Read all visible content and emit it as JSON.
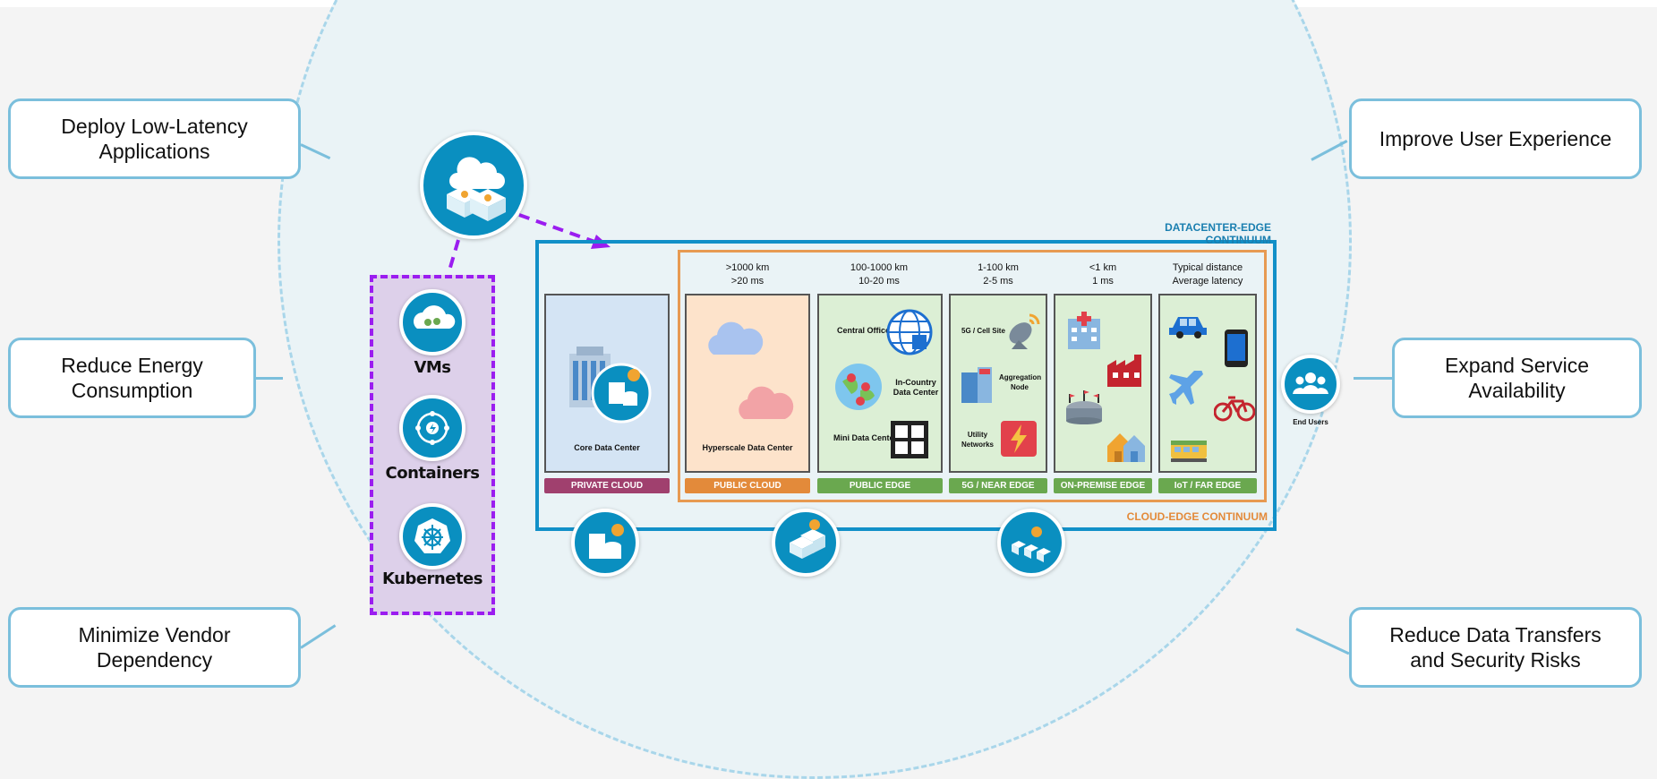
{
  "goals": [
    {
      "label": "Deploy Low-Latency Applications"
    },
    {
      "label": "Reduce Energy Consumption"
    },
    {
      "label": "Minimize Vendor Dependency"
    },
    {
      "label": "Improve User Experience"
    },
    {
      "label": "Expand Service Availability"
    },
    {
      "label": "Reduce Data Transfers and Security Risks"
    }
  ],
  "technologies": [
    {
      "label": "VMs",
      "icon": "cloud-servers-icon"
    },
    {
      "label": "Containers",
      "icon": "containers-icon"
    },
    {
      "label": "Kubernetes",
      "icon": "kubernetes-helm-icon"
    }
  ],
  "continuum": {
    "datacenter_edge_title": "DATACENTER-EDGE CONTINUUM",
    "cloud_edge_title": "CLOUD-EDGE CONTINUUM"
  },
  "tiers": [
    {
      "distance": "",
      "latency": "",
      "category": "PRIVATE CLOUD",
      "color": "#a0406e",
      "bg": "#d4e4f4",
      "items": [
        "Core Data Center"
      ]
    },
    {
      "distance": ">1000 km",
      "latency": ">20 ms",
      "category": "PUBLIC CLOUD",
      "color": "#e38a3a",
      "bg": "#fde3cb",
      "items": [
        "Hyperscale Data Center"
      ]
    },
    {
      "distance": "100-1000 km",
      "latency": "10-20 ms",
      "category": "PUBLIC EDGE",
      "color": "#6aa84f",
      "bg": "#dcefd5",
      "items": [
        "Central Office",
        "In-Country Data Center",
        "Mini Data Center"
      ]
    },
    {
      "distance": "1-100 km",
      "latency": "2-5 ms",
      "category": "5G / NEAR EDGE",
      "color": "#6aa84f",
      "bg": "#dcefd5",
      "items": [
        "5G / Cell Site",
        "Aggregation Node",
        "Utility Networks"
      ]
    },
    {
      "distance": "<1 km",
      "latency": "1 ms",
      "category": "ON-PREMISE EDGE",
      "color": "#6aa84f",
      "bg": "#dcefd5",
      "items": []
    },
    {
      "distance": "Typical distance",
      "latency": "Average latency",
      "category": "IoT / FAR EDGE",
      "color": "#6aa84f",
      "bg": "#dcefd5",
      "items": []
    }
  ],
  "end_users": {
    "label": "End Users",
    "icon": "users-group-icon"
  },
  "colors": {
    "accent": "#0a8fc0",
    "goal_border": "#7bbfdc",
    "datacenter_edge": "#1290c8",
    "cloud_edge": "#e79a52",
    "purple": "#9b1df0"
  }
}
